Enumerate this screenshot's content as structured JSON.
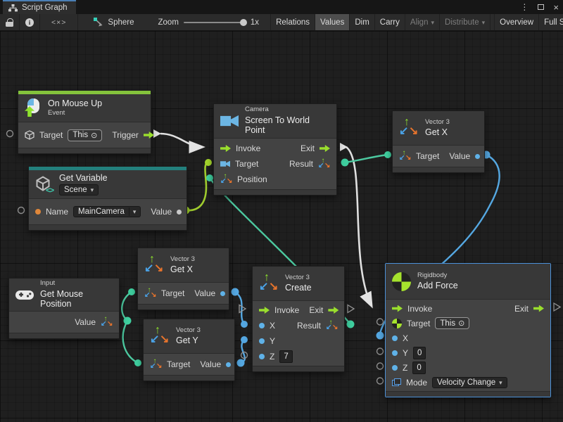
{
  "window": {
    "tab": "Script Graph"
  },
  "toolbar": {
    "code_icon_label": "<×>",
    "graph_name": "Sphere",
    "zoom_label": "Zoom",
    "zoom_value": "1x",
    "buttons": [
      {
        "label": "Relations",
        "state": "normal"
      },
      {
        "label": "Values",
        "state": "active"
      },
      {
        "label": "Dim",
        "state": "normal"
      },
      {
        "label": "Carry",
        "state": "normal"
      },
      {
        "label": "Align",
        "state": "disabled",
        "dropdown": true
      },
      {
        "label": "Distribute",
        "state": "disabled",
        "dropdown": true
      },
      {
        "label": "Overview",
        "state": "normal"
      },
      {
        "label": "Full Screen",
        "state": "normal"
      }
    ]
  },
  "nodes": {
    "on_mouse_up": {
      "title": "On Mouse Up",
      "subtitle": "Event",
      "target_label": "Target",
      "target_value": "This",
      "target_symbol": "⊙",
      "trigger_label": "Trigger"
    },
    "get_variable": {
      "title": "Get Variable",
      "scope_value": "Scene",
      "name_label": "Name",
      "name_value": "MainCamera",
      "value_label": "Value"
    },
    "camera": {
      "category": "Camera",
      "title": "Screen To World Point",
      "invoke_label": "Invoke",
      "exit_label": "Exit",
      "target_label": "Target",
      "result_label": "Result",
      "position_label": "Position"
    },
    "get_x_top": {
      "category": "Vector 3",
      "title": "Get X",
      "target_label": "Target",
      "value_label": "Value"
    },
    "get_x_mid": {
      "category": "Vector 3",
      "title": "Get X",
      "target_label": "Target",
      "value_label": "Value"
    },
    "get_y": {
      "category": "Vector 3",
      "title": "Get Y",
      "target_label": "Target",
      "value_label": "Value"
    },
    "input": {
      "category": "Input",
      "title": "Get Mouse Position",
      "value_label": "Value"
    },
    "create": {
      "category": "Vector 3",
      "title": "Create",
      "invoke_label": "Invoke",
      "exit_label": "Exit",
      "x_label": "X",
      "result_label": "Result",
      "y_label": "Y",
      "z_label": "Z",
      "z_value": "7"
    },
    "rigidbody": {
      "category": "Rigidbody",
      "title": "Add Force",
      "invoke_label": "Invoke",
      "exit_label": "Exit",
      "target_label": "Target",
      "target_value": "This",
      "target_symbol": "⊙",
      "x_label": "X",
      "y_label": "Y",
      "y_value": "0",
      "z_label": "Z",
      "z_value": "0",
      "mode_label": "Mode",
      "mode_value": "Velocity Change"
    }
  },
  "colors": {
    "flow": "#e0e0e0",
    "object": "#9fcc2e",
    "vector3": "#4cc9a0",
    "float": "#55a8e2",
    "event_bar": "#84c33c",
    "variable_bar": "#23807d",
    "selection": "#4b90d8"
  },
  "connections": [
    {
      "from": "On Mouse Up · Trigger",
      "to": "Screen To World Point · Invoke",
      "kind": "flow"
    },
    {
      "from": "Get Variable · Value",
      "to": "Screen To World Point · Target",
      "kind": "value"
    },
    {
      "from": "Vector 3 Create · Result",
      "to": "Screen To World Point · Position",
      "kind": "value"
    },
    {
      "from": "Screen To World Point · Exit",
      "to": "Add Force · Invoke",
      "kind": "flow"
    },
    {
      "from": "Screen To World Point · Result",
      "to": "Vector 3 Get X (top) · Target",
      "kind": "value"
    },
    {
      "from": "Vector 3 Get X (top) · Value",
      "to": "Add Force · X",
      "kind": "value"
    },
    {
      "from": "Get Mouse Position · Value",
      "to": "Vector 3 Get X · Target",
      "kind": "value"
    },
    {
      "from": "Get Mouse Position · Value",
      "to": "Vector 3 Get Y · Target",
      "kind": "value"
    },
    {
      "from": "Vector 3 Get X · Value",
      "to": "Vector 3 Create · X",
      "kind": "value"
    },
    {
      "from": "Vector 3 Get Y · Value",
      "to": "Vector 3 Create · Y",
      "kind": "value"
    }
  ]
}
